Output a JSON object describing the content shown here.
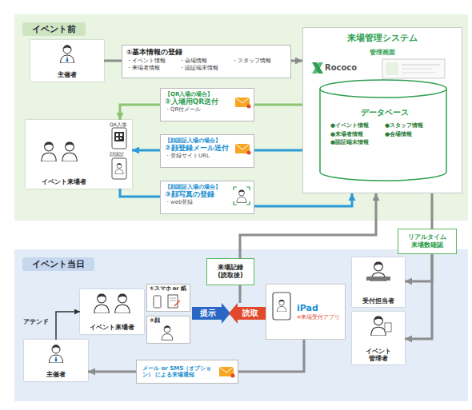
{
  "diagram": {
    "nodes": [
      {
        "text": [
          "イベント前"
        ]
      },
      {
        "text": [
          "主催者"
        ],
        "in": 0
      },
      {
        "text": [
          "①基本情報の登録",
          "・イベント情報",
          "・会場情報",
          "・スタッフ情報",
          "・来場者情報",
          "・認証端末情報"
        ],
        "in": 0
      },
      {
        "text": [
          "来場管理システム",
          "管理画面"
        ],
        "in": 0
      },
      {
        "text": [
          "データベース",
          "●イベント情報",
          "●スタッフ情報",
          "●来場者情報",
          "●会場情報",
          "●認証端末情報"
        ],
        "in": 3
      },
      {
        "text": [
          "【QR入場の場合】",
          "②入場用QR送付",
          "・QR付メール"
        ],
        "in": 0
      },
      {
        "text": [
          "【顔認証入場の場合】",
          "②顔登録メール送付",
          "・登録サイトURL"
        ],
        "in": 0
      },
      {
        "text": [
          "【顔認証入場の場合】",
          "③顔写真の登録",
          "・web登録"
        ],
        "in": 0
      },
      {
        "text": [
          "イベント来場者"
        ],
        "in": 0
      },
      {
        "text": [
          "イベント当日"
        ]
      },
      {
        "text": [
          "イベント来場者"
        ],
        "in": 9
      },
      {
        "text": [
          "①スマホ or 紙"
        ],
        "in": 9
      },
      {
        "text": [
          "②顔"
        ],
        "in": 9
      },
      {
        "text": [
          "提示"
        ],
        "in": 9
      },
      {
        "text": [
          "読取"
        ],
        "in": 9
      },
      {
        "text": [
          "iPad",
          "※来場受付アプリ"
        ],
        "in": 9
      },
      {
        "text": [
          "来場記録 (読取後)"
        ],
        "in": 9
      },
      {
        "text": [
          "受付担当者"
        ],
        "in": 9
      },
      {
        "text": [
          "イベント 管理者"
        ],
        "in": 9
      },
      {
        "text": [
          "リアルタイム 来場数確認"
        ]
      },
      {
        "text": [
          "主催者"
        ],
        "in": 9
      },
      {
        "text": [
          "メール or SMS（オプション） による来場通知"
        ],
        "in": 9
      }
    ],
    "edges": [
      {
        "from": 1,
        "to": 2,
        "arrow": "none"
      },
      {
        "from": 2,
        "to": 3,
        "arrow": "to"
      },
      {
        "from": 3,
        "to": 5,
        "arrow": "none"
      },
      {
        "from": 5,
        "to": 8,
        "arrow": "to"
      },
      {
        "from": 3,
        "to": 6,
        "arrow": "none"
      },
      {
        "from": 6,
        "to": 8,
        "arrow": "to"
      },
      {
        "from": 8,
        "to": 7,
        "arrow": "none"
      },
      {
        "from": 7,
        "to": 3,
        "arrow": "to"
      },
      {
        "from": 14,
        "to": 16,
        "arrow": "none"
      },
      {
        "from": 16,
        "to": 3,
        "arrow": "to"
      },
      {
        "from": 3,
        "to": 19,
        "arrow": "none"
      },
      {
        "from": 19,
        "to": 17,
        "arrow": "to"
      },
      {
        "from": 19,
        "to": 18,
        "arrow": "to"
      },
      {
        "from": 15,
        "to": 21,
        "arrow": "none"
      },
      {
        "from": 21,
        "to": 20,
        "arrow": "to"
      },
      {
        "from": 20,
        "to": 10,
        "label": "アテンド",
        "arrow": "to"
      }
    ],
    "labels": [
      "Rococo",
      "QR入場",
      "顔認証"
    ]
  }
}
